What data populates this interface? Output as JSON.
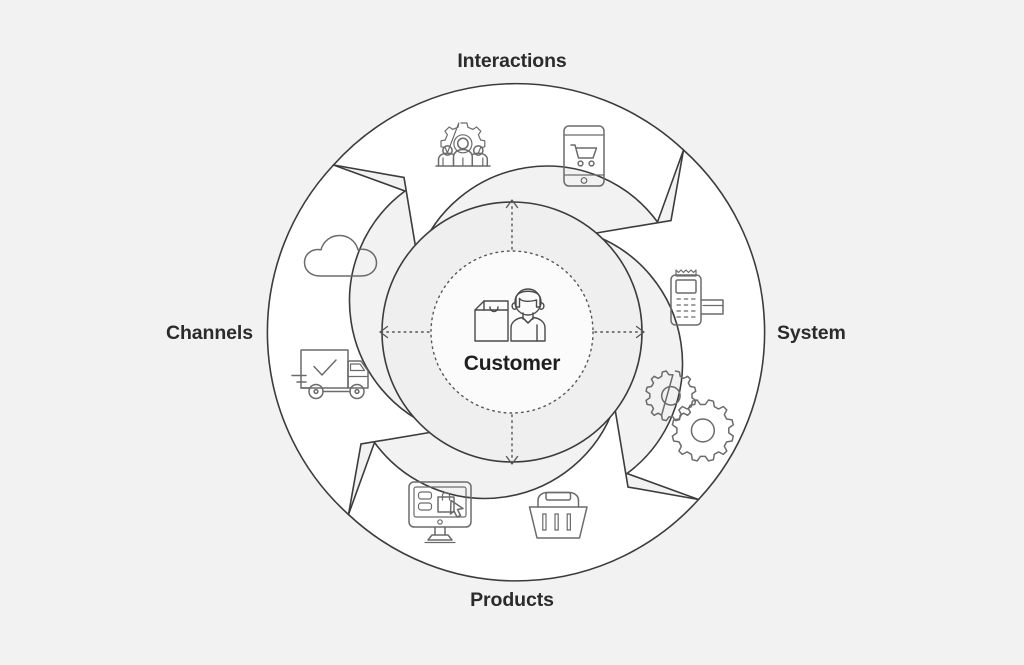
{
  "diagram": {
    "title": "Customer-centric retail ecosystem wheel",
    "center": {
      "label": "Customer",
      "icon": "shopper-with-shopping-bag-icon"
    },
    "background_color": "#f2f2f2",
    "ring_fill_color": "#ffffff",
    "inner_disc_color": "#efefef",
    "stroke_color": "#3c3c3c",
    "icon_stroke_color": "#6b6b6b",
    "quadrants": [
      {
        "id": "interactions",
        "label": "Interactions",
        "position": "top",
        "icons": [
          {
            "name": "team-gear-icon",
            "description": "three people with gear"
          },
          {
            "name": "mobile-shopping-cart-icon",
            "description": "smartphone with shopping cart"
          }
        ]
      },
      {
        "id": "system",
        "label": "System",
        "position": "right",
        "icons": [
          {
            "name": "pos-card-terminal-icon",
            "description": "payment terminal with receipt and card"
          },
          {
            "name": "gears-icon",
            "description": "two interlocking gears"
          }
        ]
      },
      {
        "id": "products",
        "label": "Products",
        "position": "bottom",
        "icons": [
          {
            "name": "online-store-monitor-icon",
            "description": "desktop monitor with shopping bag and cursor"
          },
          {
            "name": "shopping-basket-icon",
            "description": "shopping basket"
          }
        ]
      },
      {
        "id": "channels",
        "label": "Channels",
        "position": "left",
        "icons": [
          {
            "name": "cloud-icon",
            "description": "cloud"
          },
          {
            "name": "delivery-truck-check-icon",
            "description": "delivery truck with checkmark"
          }
        ]
      }
    ],
    "arrows": [
      {
        "name": "arrow-up",
        "direction": "up"
      },
      {
        "name": "arrow-right",
        "direction": "right"
      },
      {
        "name": "arrow-down",
        "direction": "down"
      },
      {
        "name": "arrow-left",
        "direction": "left"
      }
    ]
  }
}
